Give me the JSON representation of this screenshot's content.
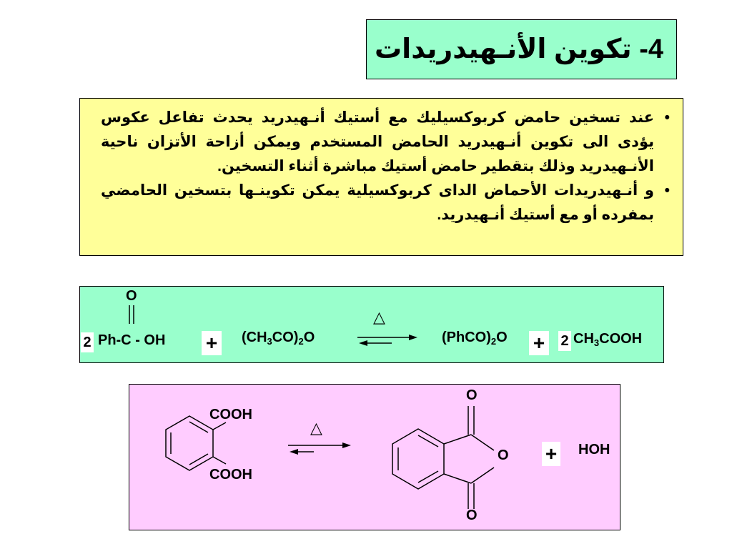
{
  "title": "4- تكوين الأنـهيدريدات",
  "bullets": [
    {
      "symbol": "•",
      "text": "عند تسخين حامض كربوكسيليك مع أستيك أنـهيدريد يحدث تفاعل عكوس يؤدى الى تكوين أنـهيدريد الحامض المستخدم ويمكن أزاحة الأتزان ناحية الأنـهيدريد وذلك بتقطير حامض أستيك مباشرة أثناء التسخين."
    },
    {
      "symbol": "•",
      "text": "و أنـهيدريدات الأحماض الداى كربوكسيلية يمكن تكوينـها بتسخين الحامضي بمفرده أو مع أستيك أنـهيدريد."
    }
  ],
  "reaction1": {
    "coef_left": "2",
    "carbonyl_o": "O",
    "reactant1": "Ph-C - OH",
    "plus1": "+",
    "reactant2": {
      "pre": "(CH",
      "s1": "3",
      "mid": "CO)",
      "s2": "2",
      "post": "O"
    },
    "heat": "△",
    "product1": {
      "pre": "(PhCO)",
      "s1": "2",
      "post": "O"
    },
    "plus2": "+",
    "coef_right": "2",
    "product2": {
      "pre": "CH",
      "s1": "3",
      "post": "COOH"
    }
  },
  "reaction2": {
    "sub_top": "COOH",
    "sub_bottom": "COOH",
    "heat": "△",
    "o_top": "O",
    "o_ring": "O",
    "o_bottom": "O",
    "plus": "+",
    "byproduct": "HOH"
  }
}
